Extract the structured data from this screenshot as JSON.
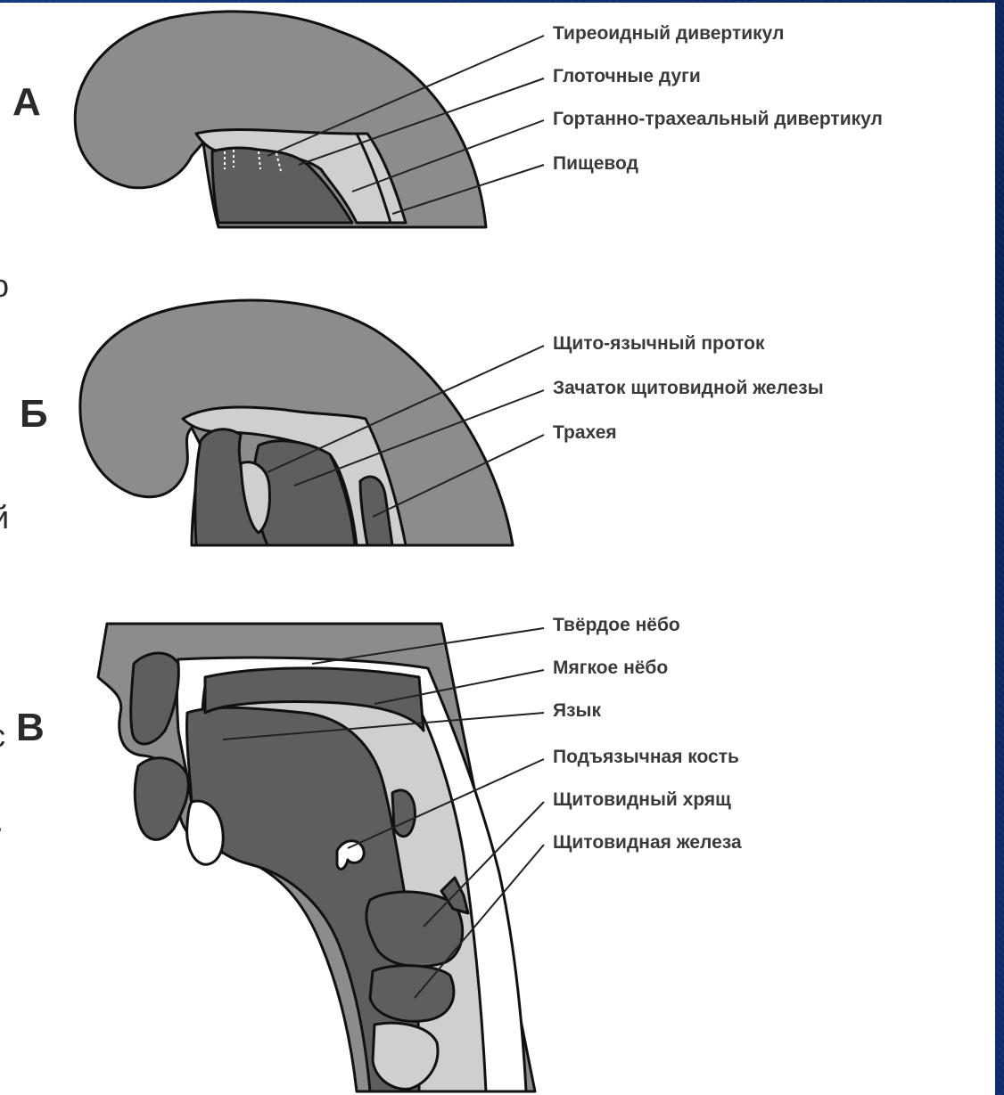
{
  "colors": {
    "background": "#0d2a66",
    "panel": "#ffffff",
    "tissue_mid": "#8c8c8c",
    "tissue_dark": "#5e5e5e",
    "tissue_light": "#cfcfcf",
    "outline": "#111111"
  },
  "panels": {
    "a": {
      "letter": "А",
      "labels": [
        "Тиреоидный дивертикул",
        "Глоточные дуги",
        "Гортанно-трахеальный дивертикул",
        "Пищевод"
      ]
    },
    "b": {
      "letter": "Б",
      "labels": [
        "Щито-язычный проток",
        "Зачаток щитовидной железы",
        "Трахея"
      ]
    },
    "c": {
      "letter": "В",
      "labels": [
        "Твёрдое нёбо",
        "Мягкое нёбо",
        "Язык",
        "Подъязычная кость",
        "Щитовидный хрящ",
        "Щитовидная железа"
      ]
    }
  },
  "cut_chars": [
    "о",
    "й",
    "с",
    "."
  ]
}
